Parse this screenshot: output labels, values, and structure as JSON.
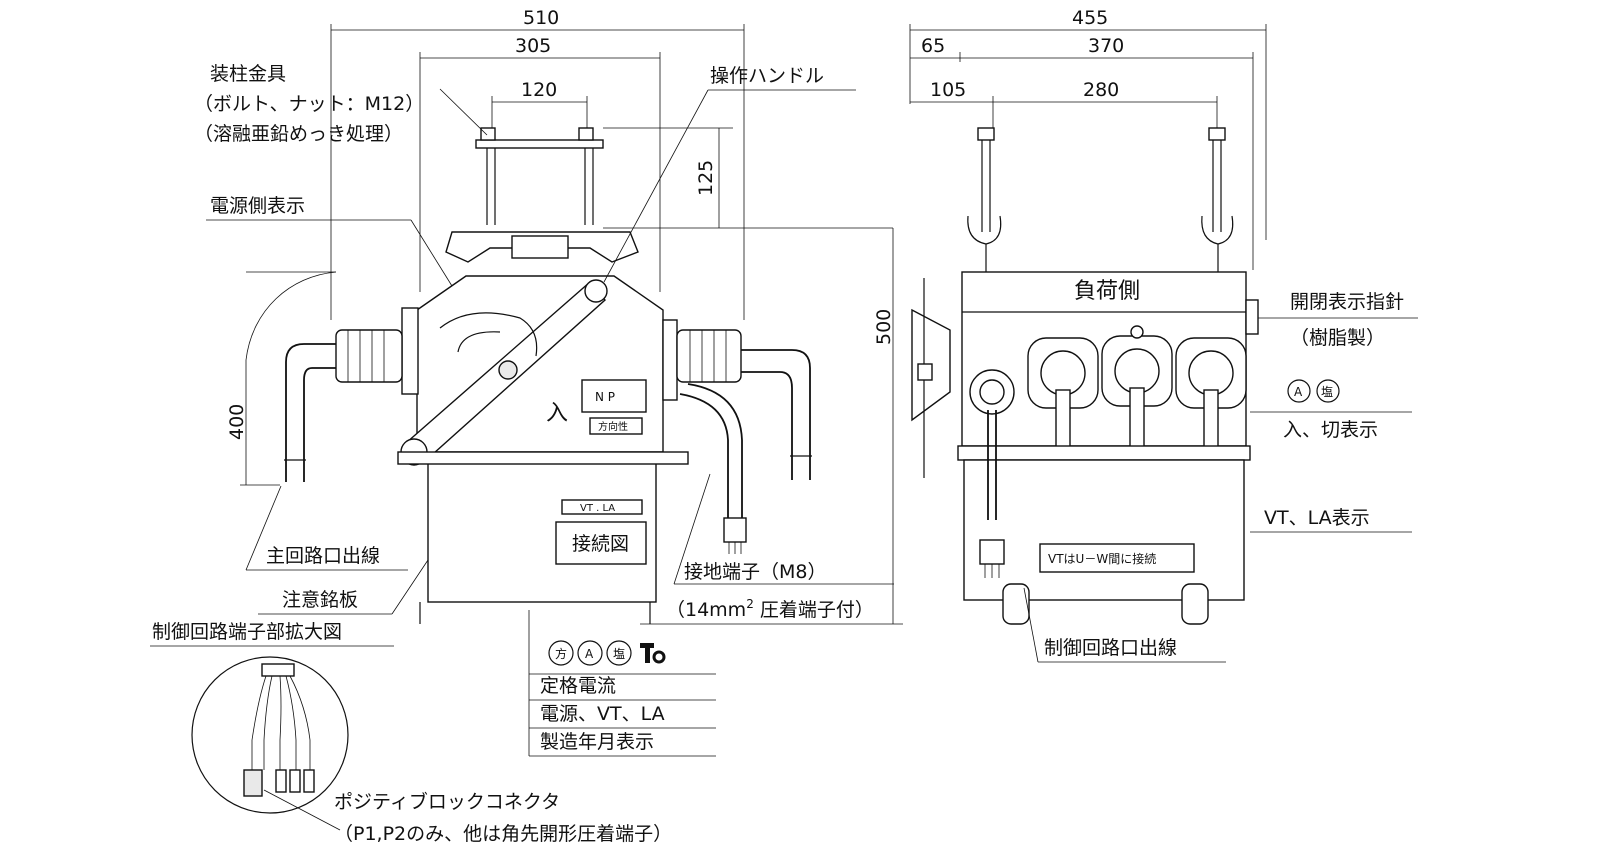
{
  "dimensions": {
    "d510": "510",
    "d305": "305",
    "d120": "120",
    "d125": "125",
    "d400": "400",
    "d500": "500",
    "d455": "455",
    "d65": "65",
    "d370": "370",
    "d105": "105",
    "d280": "280"
  },
  "labels": {
    "mount_hardware": "装柱金具",
    "mount_bolt": "（ボルト、ナット：M12）",
    "mount_plating": "（溶融亜鉛めっき処理）",
    "power_side_display": "電源側表示",
    "operation_handle": "操作ハンドル",
    "main_circuit_outlet": "主回路口出線",
    "caution_plate": "注意銘板",
    "control_terminal_enlarged": "制御回路端子部拡大図",
    "ground_terminal": "接地端子（M8）",
    "ground_crimp_prefix": "（14mm",
    "ground_crimp_sup": "2",
    "ground_crimp_suffix": " 圧着端子付）",
    "switch_indicator": "開閉表示指針",
    "resin_made": "（樹脂製）",
    "on_off_display": "入、切表示",
    "vt_la_display": "VT、LA表示",
    "control_circuit_outlet": "制御回路口出線",
    "positive_lock_connector": "ポジティブロックコネクタ",
    "p1p2_note": "（P1,P2のみ、他は角先開形圧着端子）"
  },
  "nameplate": {
    "circle_ho": "方",
    "circle_a": "A",
    "circle_en": "塩",
    "rated_current": "定格電流",
    "power_vt_la": "電源、VT、LA",
    "manufacture_date": "製造年月表示"
  },
  "panel_marks": {
    "np": "N  P",
    "direction": "方向性",
    "vt_la": "VT . LA",
    "wiring_diagram": "接続図",
    "in_char": "入",
    "load_side": "負荷側",
    "vt_connection": "VTはU－W間に接続",
    "on_off_circle_a": "A",
    "on_off_circle_en": "塩"
  }
}
